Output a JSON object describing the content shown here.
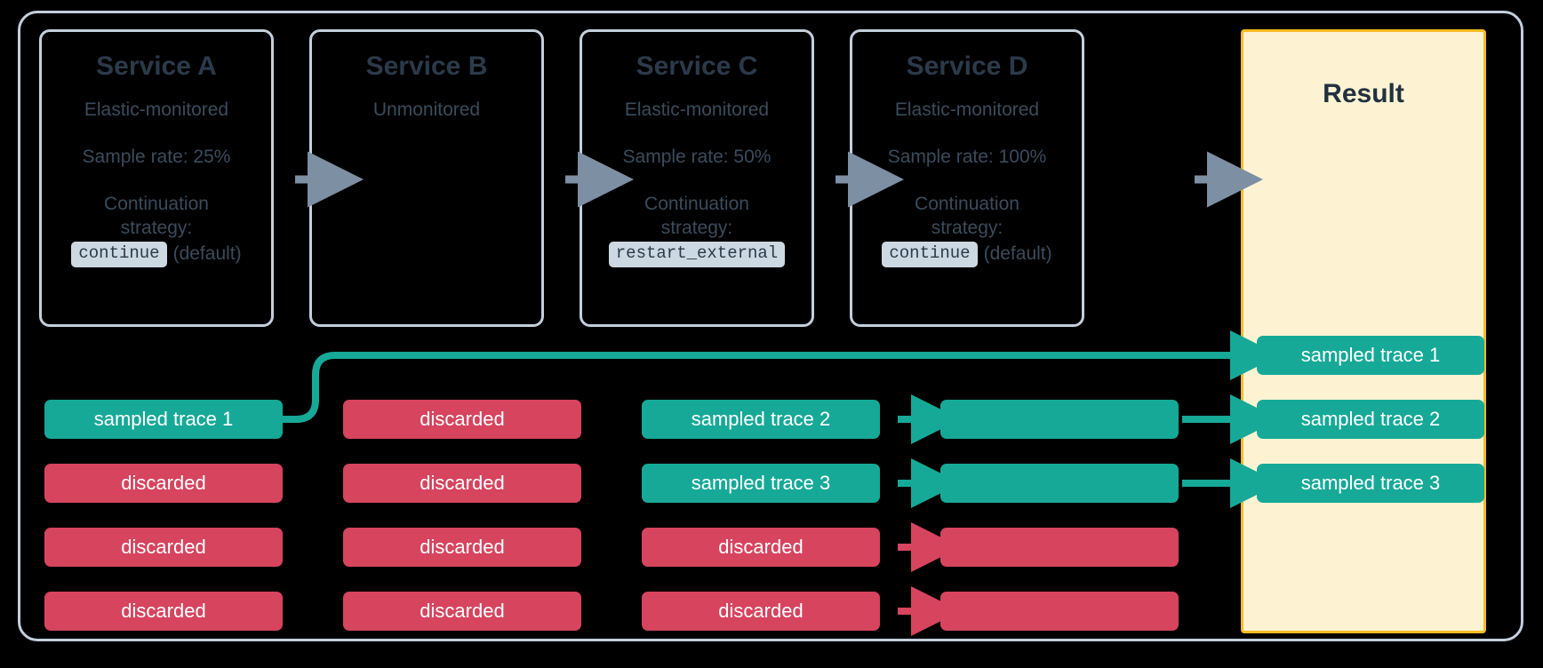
{
  "diagram": {
    "title": "Distributed tracing sampling across services",
    "colors": {
      "background": "#000000",
      "frame_border": "#c3cfdb",
      "service_border": "#c3cfdb",
      "service_title_text": "#2b3a4a",
      "service_body_text": "#3a4b5c",
      "code_badge_bg": "#ccd8e2",
      "result_panel_bg": "#fdf3d3",
      "result_panel_border": "#f5bd22",
      "sampled": "#17a997",
      "discarded": "#d6445e",
      "gray_arrow": "#7d8fa3"
    }
  },
  "services": [
    {
      "name": "Service A",
      "monitoring": "Elastic-monitored",
      "sample_rate": "Sample rate: 25%",
      "strategy_label_line1": "Continuation",
      "strategy_label_line2": "strategy:",
      "strategy_value": "continue",
      "strategy_note": "(default)"
    },
    {
      "name": "Service B",
      "monitoring": "Unmonitored",
      "sample_rate": "",
      "strategy_label_line1": "",
      "strategy_label_line2": "",
      "strategy_value": "",
      "strategy_note": ""
    },
    {
      "name": "Service C",
      "monitoring": "Elastic-monitored",
      "sample_rate": "Sample rate: 50%",
      "strategy_label_line1": "Continuation",
      "strategy_label_line2": "strategy:",
      "strategy_value": "restart_external",
      "strategy_note": ""
    },
    {
      "name": "Service D",
      "monitoring": "Elastic-monitored",
      "sample_rate": "Sample rate: 100%",
      "strategy_label_line1": "Continuation",
      "strategy_label_line2": "strategy:",
      "strategy_value": "continue",
      "strategy_note": "(default)"
    }
  ],
  "result": {
    "title": "Result",
    "bars": [
      {
        "label": "sampled trace 1",
        "state": "sampled"
      },
      {
        "label": "sampled trace 2",
        "state": "sampled"
      },
      {
        "label": "sampled trace 3",
        "state": "sampled"
      }
    ]
  },
  "trace_columns": [
    {
      "service": "Service A",
      "bars": [
        {
          "label": "sampled trace 1",
          "state": "sampled"
        },
        {
          "label": "discarded",
          "state": "discarded"
        },
        {
          "label": "discarded",
          "state": "discarded"
        },
        {
          "label": "discarded",
          "state": "discarded"
        }
      ]
    },
    {
      "service": "Service B",
      "bars": [
        {
          "label": "discarded",
          "state": "discarded"
        },
        {
          "label": "discarded",
          "state": "discarded"
        },
        {
          "label": "discarded",
          "state": "discarded"
        },
        {
          "label": "discarded",
          "state": "discarded"
        }
      ]
    },
    {
      "service": "Service C",
      "bars": [
        {
          "label": "sampled trace 2",
          "state": "sampled"
        },
        {
          "label": "sampled trace 3",
          "state": "sampled"
        },
        {
          "label": "discarded",
          "state": "discarded"
        },
        {
          "label": "discarded",
          "state": "discarded"
        }
      ]
    },
    {
      "service": "Service D",
      "bars": [
        {
          "label": "",
          "state": "sampled"
        },
        {
          "label": "",
          "state": "sampled"
        },
        {
          "label": "",
          "state": "discarded"
        },
        {
          "label": "",
          "state": "discarded"
        }
      ]
    }
  ],
  "icons": {
    "service_flow_arrow": "right-arrow-icon",
    "trace_flow_arrow": "right-arrow-icon",
    "curved_connector": "curved-connector-icon"
  }
}
